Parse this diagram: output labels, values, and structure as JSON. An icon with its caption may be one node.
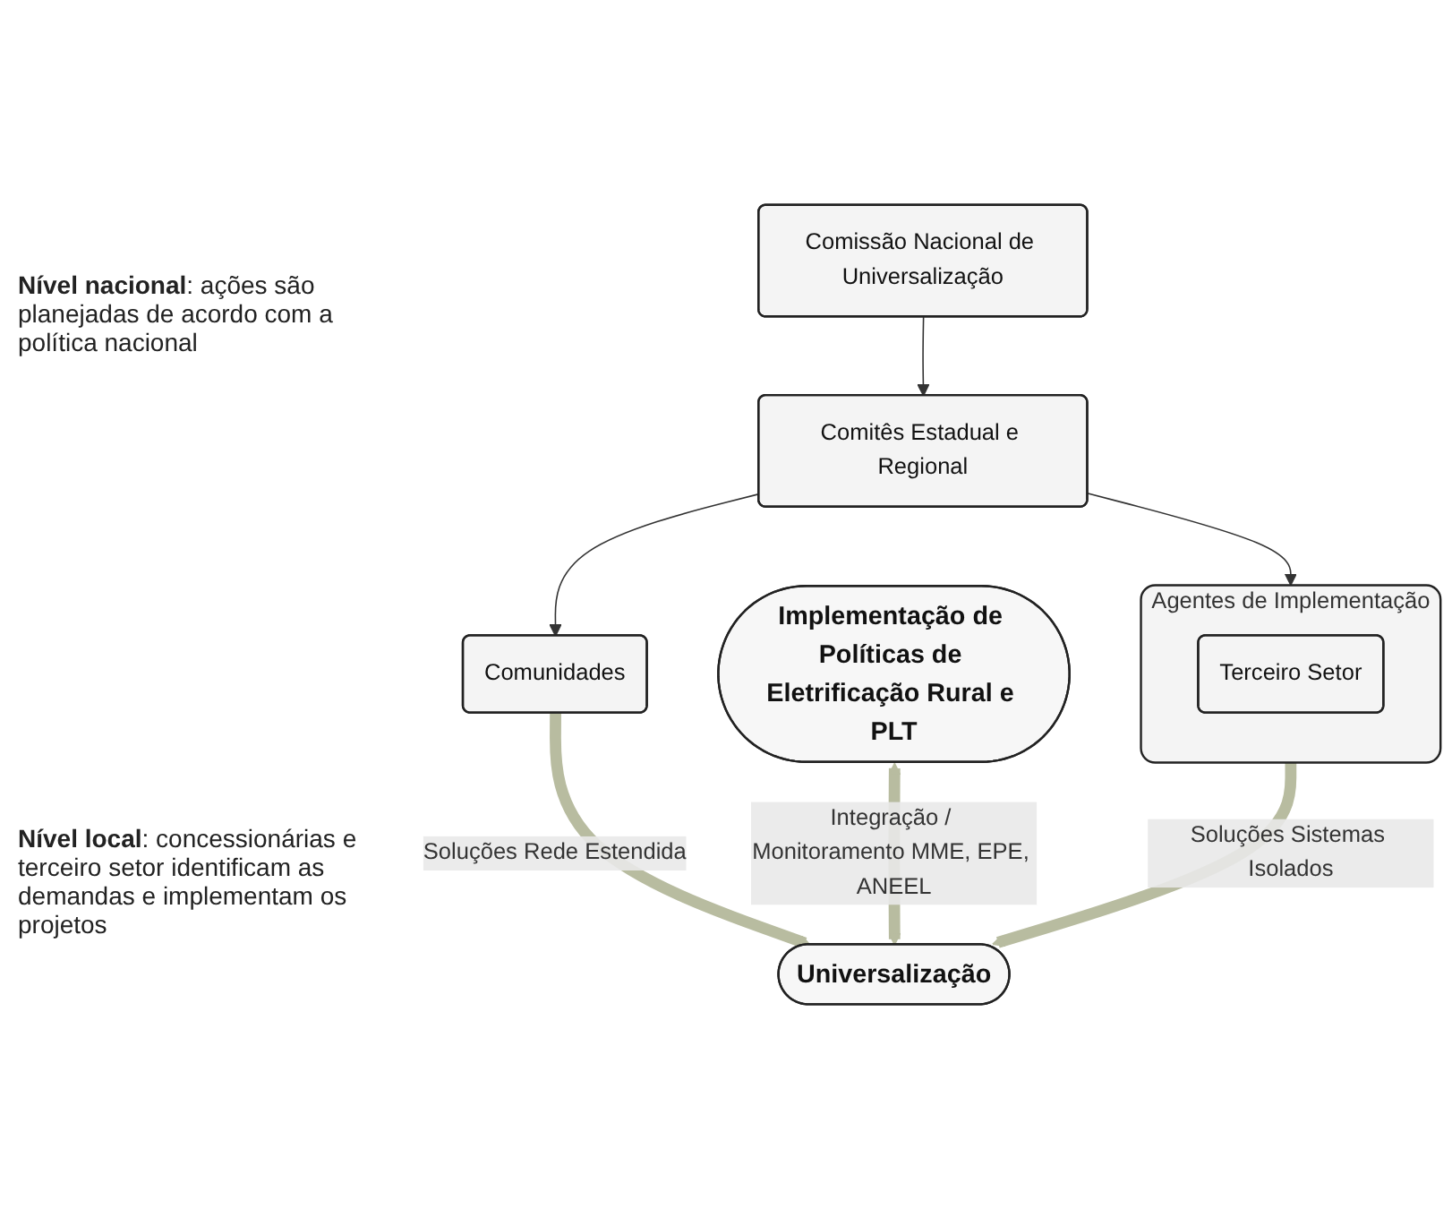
{
  "diagram": {
    "nodes": [
      {
        "text": [
          "Implementação de Políticas de Eletrificação Rural e PLT"
        ]
      },
      {
        "text": [
          "Comissão Nacional de Universalização"
        ]
      },
      {
        "text": [
          "Comitês Estadual e Regional"
        ]
      },
      {
        "text": [
          "Agentes de Implementação"
        ]
      },
      {
        "text": [
          "Terceiro Setor"
        ],
        "in": 3
      },
      {
        "text": [
          "Comunidades"
        ]
      },
      {
        "text": [
          "Universalização"
        ]
      }
    ],
    "edges": [
      {
        "from": 1,
        "to": 2,
        "arrow": "to"
      },
      {
        "from": 2,
        "to": 3,
        "arrow": "to"
      },
      {
        "from": 2,
        "to": 5,
        "arrow": "to"
      },
      {
        "from": 3,
        "to": 6,
        "arrow": "to",
        "label": "Soluções Sistemas Isolados",
        "style": "thick",
        "color": "#b8bca0"
      },
      {
        "from": 5,
        "to": 6,
        "arrow": "to",
        "label": "Soluções Rede Estendida",
        "style": "thick",
        "color": "#b8bca0"
      },
      {
        "from": 0,
        "to": 6,
        "arrow": "both",
        "label": "Integração / Monitoramento MME, EPE, ANEEL",
        "style": "thick",
        "color": "#b8bca0"
      }
    ],
    "labels": [
      "**Nível nacional**: ações são planejadas de acordo com a política nacional",
      "**Nível local**: concessionárias e terceiro setor identificam as demandas e implementam os projetos"
    ]
  }
}
